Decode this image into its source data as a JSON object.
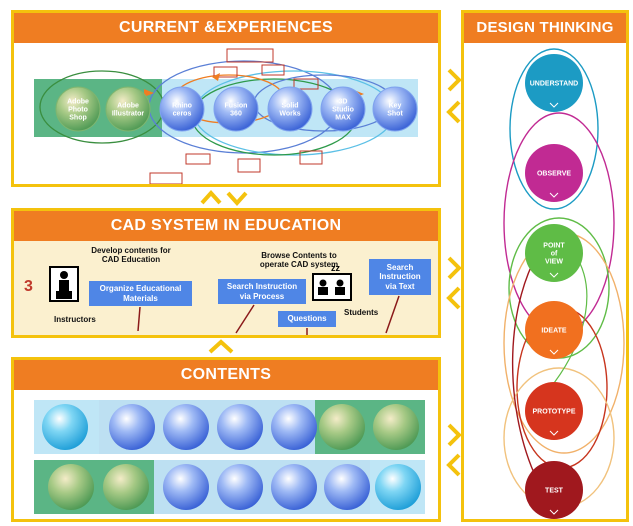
{
  "colors": {
    "accent_orange": "#ef7d22",
    "frame_yellow": "#f4c20d",
    "box_blue": "#4f86e6",
    "green_band": "#5bb585",
    "blue_band": "#bfe6f6"
  },
  "current": {
    "title": "CURRENT &EXPERIENCES",
    "tools": [
      {
        "label": "Adobe\nPhoto\nShop",
        "color": "green"
      },
      {
        "label": "Adobe\nIllustrator",
        "color": "green"
      },
      {
        "label": "Rhino\nceros",
        "color": "blue"
      },
      {
        "label": "Fusion\n360",
        "color": "blue"
      },
      {
        "label": "Solid\nWorks",
        "color": "blue"
      },
      {
        "label": "3D\nStudio\nMAX",
        "color": "blue"
      },
      {
        "label": "Key\nShot",
        "color": "blue"
      }
    ]
  },
  "cad": {
    "title": "CAD SYSTEM IN EDUCATION",
    "number": "3",
    "develop_caption": "Develop contents for\nCAD Education",
    "browse_caption": "Browse Contents to\noperate CAD system",
    "instructors": "Instructors",
    "students": "Students",
    "organize": "Organize Educational\nMaterials",
    "search_process": "Search Instruction\nvia Process",
    "questions": "Questions",
    "search_text": "Search\nInstruction\nvia Text",
    "zzz": "zz"
  },
  "contents": {
    "title": "CONTENTS",
    "row1": [
      "cyan",
      "blue",
      "blue",
      "blue",
      "blue",
      "green",
      "green"
    ],
    "row2": [
      "green",
      "green",
      "blue",
      "blue",
      "blue",
      "blue",
      "cyan"
    ]
  },
  "design": {
    "title": "DESIGN THINKING",
    "stages": [
      {
        "label": "UNDERSTAND",
        "color": "#1c9bc4"
      },
      {
        "label": "OBSERVE",
        "color": "#c12a93"
      },
      {
        "label": "POINT\nof\nVIEW",
        "color": "#5fbc46"
      },
      {
        "label": "IDEATE",
        "color": "#f1701f"
      },
      {
        "label": "PROTOTYPE",
        "color": "#d6351e"
      },
      {
        "label": "TEST",
        "color": "#a0181e"
      }
    ]
  }
}
